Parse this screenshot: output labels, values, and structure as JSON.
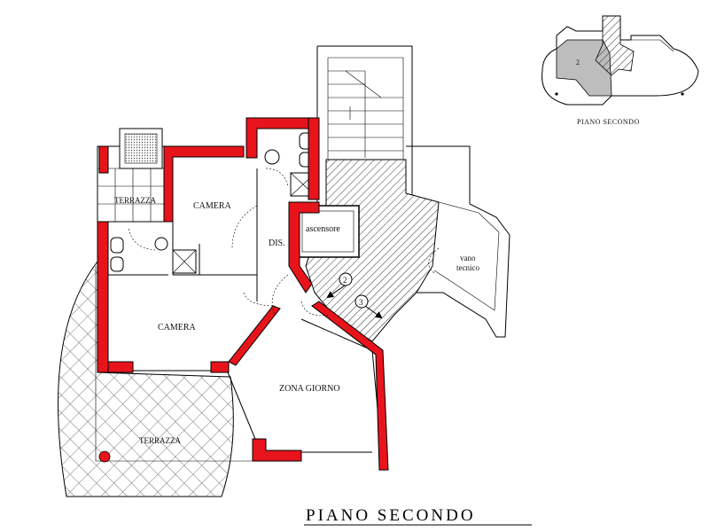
{
  "title": "PIANO SECONDO",
  "key_plan": {
    "label": "PIANO SECONDO",
    "unit_number": "2"
  },
  "rooms": {
    "terrazza_top": "TERRAZZA",
    "camera_upper": "CAMERA",
    "dis": "DIS.",
    "ascensore": "ascensore",
    "vano_tecnico_1": "vano",
    "vano_tecnico_2": "tecnico",
    "camera_lower": "CAMERA",
    "zona_giorno": "ZONA GIORNO",
    "terrazza_bottom": "TERRAZZA"
  },
  "markers": {
    "stair_2": "2",
    "stair_3": "3"
  },
  "colors": {
    "walls": "#e8141c",
    "hatch": "#333333",
    "key_unit": "#bdbdbd"
  }
}
